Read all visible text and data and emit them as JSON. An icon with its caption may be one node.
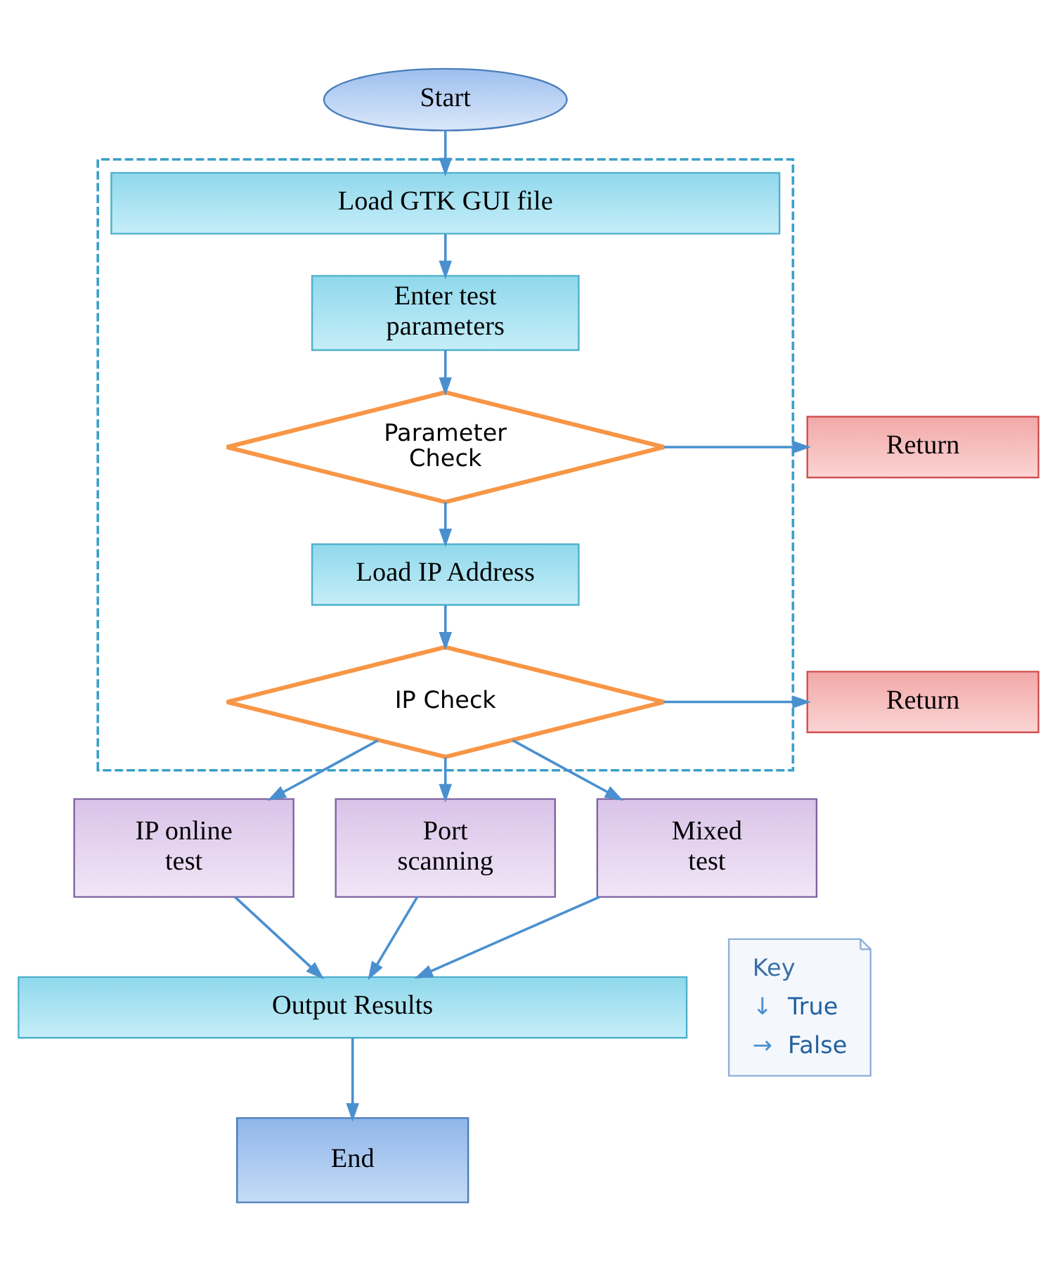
{
  "diagram": {
    "nodes": [
      {
        "text": [
          "Start"
        ]
      },
      {
        "text": [],
        "shape": "box"
      },
      {
        "text": [
          "Load GTK GUI file"
        ],
        "in": 1
      },
      {
        "text": [
          "Enter test parameters"
        ],
        "in": 1
      },
      {
        "text": [
          "Parameter Check"
        ],
        "in": 1
      },
      {
        "text": [
          "Return"
        ]
      },
      {
        "text": [
          "Load IP Address"
        ],
        "in": 1
      },
      {
        "text": [
          "IP Check"
        ],
        "in": 1
      },
      {
        "text": [
          "Return"
        ]
      },
      {
        "text": [
          "IP online test"
        ]
      },
      {
        "text": [
          "Port scanning"
        ]
      },
      {
        "text": [
          "Mixed test"
        ]
      },
      {
        "text": [
          "Output Results"
        ]
      },
      {
        "text": [
          "End"
        ]
      }
    ],
    "edges": [
      {
        "from": 0,
        "to": 2,
        "arrow": "to"
      },
      {
        "from": 2,
        "to": 3,
        "arrow": "to"
      },
      {
        "from": 3,
        "to": 4,
        "arrow": "to"
      },
      {
        "from": 4,
        "to": 5,
        "arrow": "to"
      },
      {
        "from": 4,
        "to": 6,
        "arrow": "to"
      },
      {
        "from": 6,
        "to": 7,
        "arrow": "to"
      },
      {
        "from": 7,
        "to": 8,
        "arrow": "to"
      },
      {
        "from": 7,
        "to": 9,
        "arrow": "to"
      },
      {
        "from": 7,
        "to": 10,
        "arrow": "to"
      },
      {
        "from": 7,
        "to": 11,
        "arrow": "to"
      },
      {
        "from": 9,
        "to": 12,
        "arrow": "to"
      },
      {
        "from": 10,
        "to": 12,
        "arrow": "to"
      },
      {
        "from": 11,
        "to": 12,
        "arrow": "to"
      },
      {
        "from": 12,
        "to": 13,
        "arrow": "to"
      }
    ],
    "labels": [
      "Key",
      "↓",
      "→"
    ],
    "legend": [
      {
        "text": "True"
      },
      {
        "text": "False"
      }
    ]
  }
}
